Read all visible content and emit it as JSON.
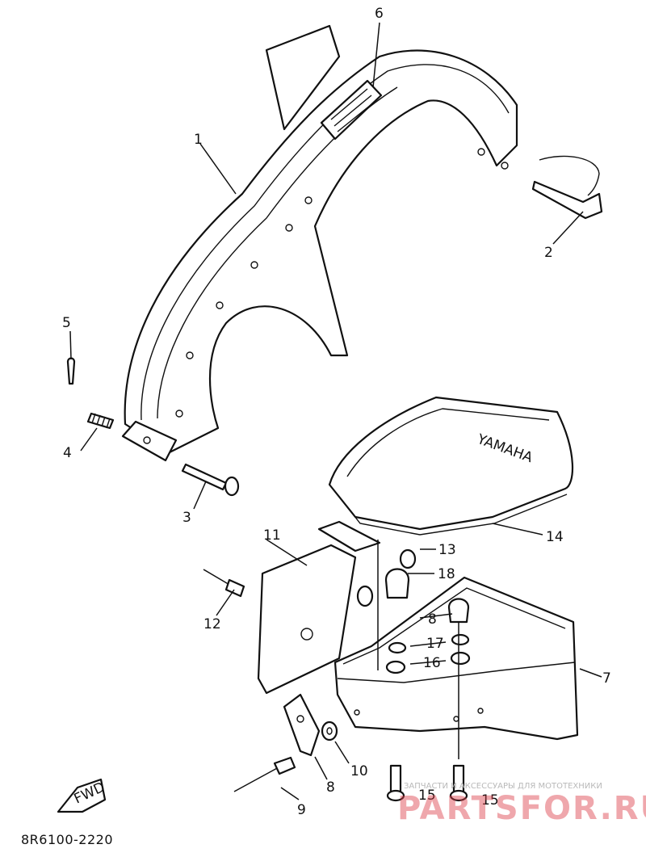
{
  "diagram": {
    "callouts": [
      "1",
      "2",
      "3",
      "4",
      "5",
      "6",
      "7",
      "8",
      "8",
      "9",
      "10",
      "11",
      "12",
      "13",
      "14",
      "15",
      "15",
      "16",
      "17",
      "18"
    ],
    "brand_embossed": "YAMAHA",
    "direction_tag": "FWD",
    "drawing_code": "8R6100-2220"
  },
  "watermark": {
    "subtitle": "ЗАПЧАСТИ И АКСЕССУАРЫ ДЛЯ МОТОТЕХНИКИ",
    "site": "PARTSFOR.RU"
  }
}
